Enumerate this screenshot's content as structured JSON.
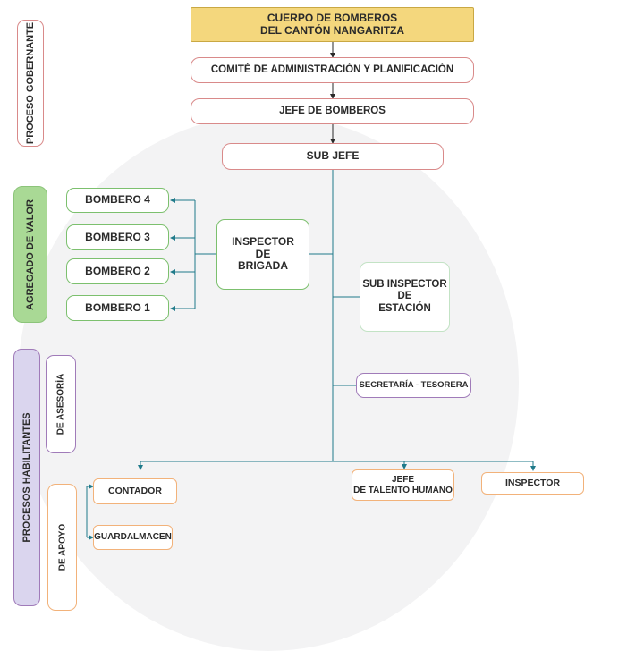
{
  "header": {
    "line1": "CUERPO DE BOMBEROS",
    "line2": "DEL CANTÓN NANGARITZA"
  },
  "governing": {
    "committee": "COMITÉ DE ADMINISTRACIÓN Y PLANIFICACIÓN",
    "chief": "JEFE DE BOMBEROS",
    "sub_chief": "SUB JEFE"
  },
  "value_added": {
    "inspector_brigada": [
      "INSPECTOR",
      "DE",
      "BRIGADA"
    ],
    "sub_inspector": [
      "SUB INSPECTOR",
      "DE",
      "ESTACIÓN"
    ],
    "firefighters": [
      "BOMBERO 4",
      "BOMBERO 3",
      "BOMBERO 2",
      "BOMBERO 1"
    ]
  },
  "enabling": {
    "secretaria": "SECRETARÍA - TESORERA",
    "talento_humano": [
      "JEFE",
      "DE TALENTO HUMANO"
    ],
    "inspector": "INSPECTOR",
    "contador": "CONTADOR",
    "guardalmacen": "GUARDALMACEN"
  },
  "side_labels": {
    "gobernante": "PROCESO GOBERNANTE",
    "agregado": "AGREGADO DE VALOR",
    "habilitantes": "PROCESOS HABILITANTES",
    "asesoria": "DE ASESORÍA",
    "apoyo": "DE APOYO"
  },
  "colors": {
    "header_fill": "#f4d77d",
    "header_border": "#c9a843",
    "governing_border": "#d98a8a",
    "value_border": "#7cc06e",
    "enabling_border": "#a07bb9",
    "support_border": "#f2b27a",
    "connector": "#1f7a8a"
  }
}
